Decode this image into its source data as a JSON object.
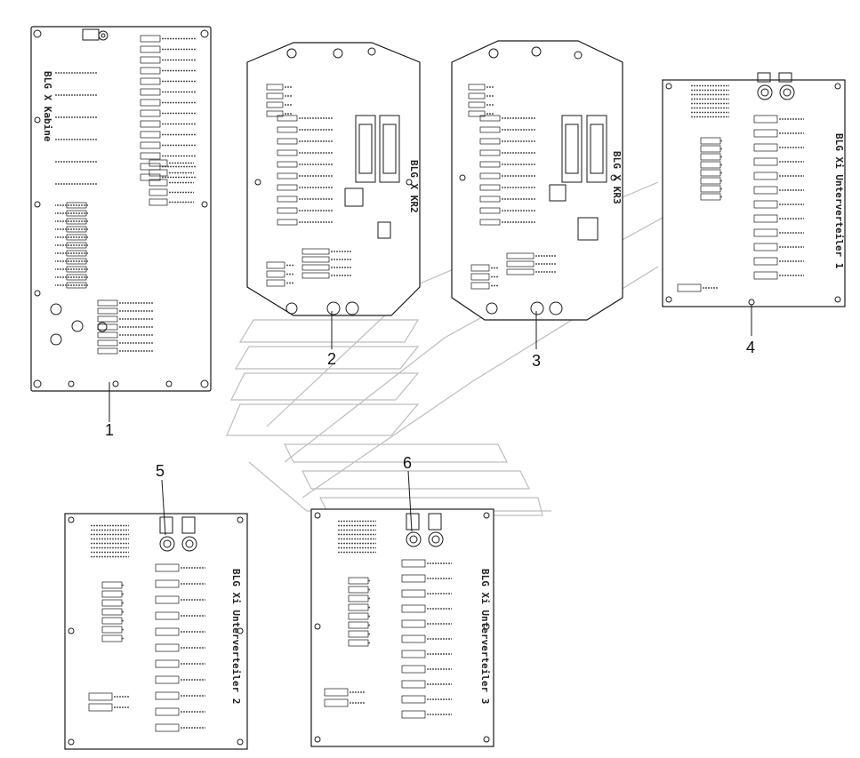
{
  "diagram": {
    "callouts": [
      "1",
      "2",
      "3",
      "4",
      "5",
      "6"
    ],
    "panel_titles": {
      "p2": "BLG X KR2",
      "p3": "BLG X KR3",
      "p4": "BLG Xi Unterverteiler 1",
      "p5": "BLG Xi Unterverteiler 2",
      "p6": "BLG Xi Unterverteiler 3"
    },
    "colors": {
      "line": "#1a1a1a",
      "watermark": "#bdbdbd",
      "fill": "#ffffff"
    }
  }
}
